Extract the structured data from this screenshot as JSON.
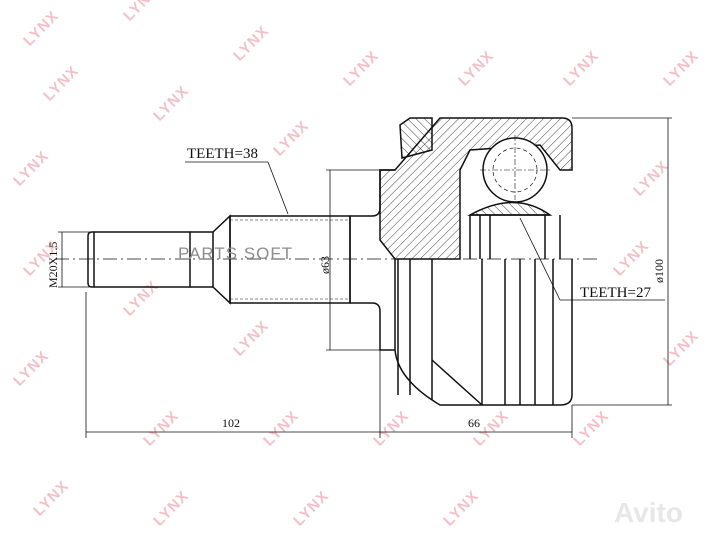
{
  "drawing": {
    "subject": "CV joint outer (drive shaft) technical drawing",
    "labels": {
      "teeth_shaft": "TEETH=38",
      "teeth_inner": "TEETH=27",
      "thread": "M20X1.5",
      "dia_shaft": "ø63",
      "dia_outer": "ø100",
      "len_shaft": "102",
      "len_body": "66"
    },
    "watermarks": {
      "brand": "LYNX",
      "overlay": "PARTS SOFT",
      "site": "Avito"
    },
    "colors": {
      "line": "#111111",
      "watermark": "#f1b6bf",
      "overlay": "#8d8d8d",
      "background": "#ffffff"
    }
  }
}
